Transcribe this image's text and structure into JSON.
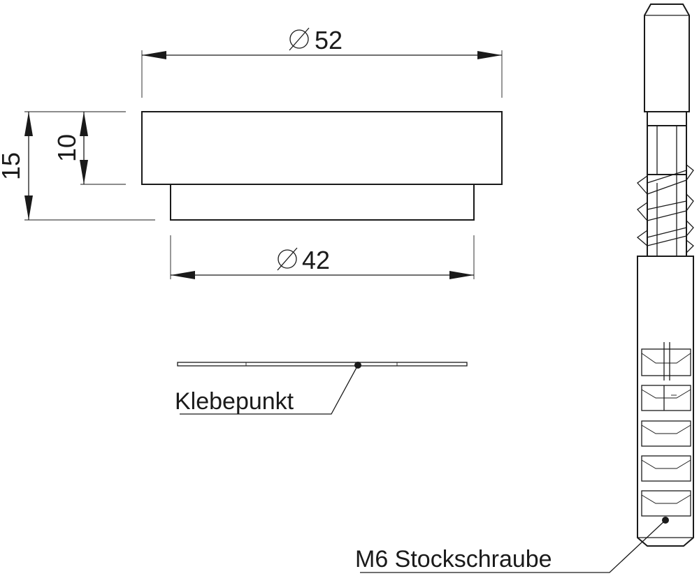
{
  "dimensions": {
    "top_diameter": "52",
    "bottom_diameter": "42",
    "total_height": "15",
    "cap_height": "10"
  },
  "labels": {
    "glue_point": "Klebepunkt",
    "screw": "M6 Stockschraube"
  }
}
